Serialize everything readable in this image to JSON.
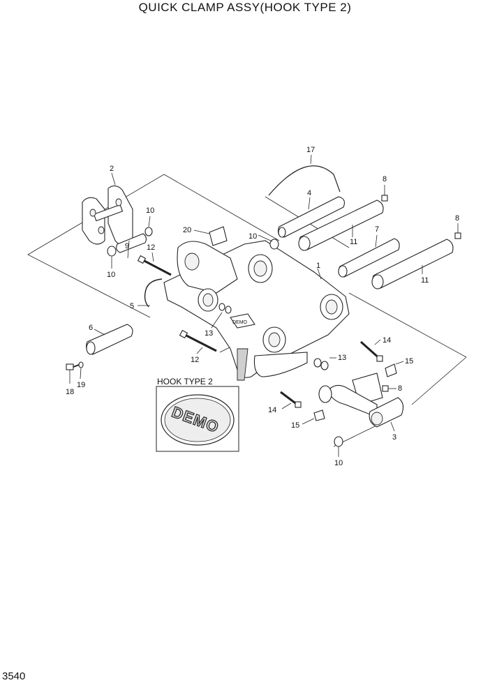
{
  "title": "QUICK CLAMP ASSY(HOOK TYPE 2)",
  "page_number": "3540",
  "inset": {
    "label": "HOOK TYPE 2",
    "logo_text": "DEMO"
  },
  "callouts": {
    "c1": "1",
    "c2": "2",
    "c3": "3",
    "c4": "4",
    "c5": "5",
    "c6": "6",
    "c7": "7",
    "c8a": "8",
    "c8b": "8",
    "c8c": "8",
    "c9": "9",
    "c10a": "10",
    "c10b": "10",
    "c10c": "10",
    "c10d": "10",
    "c11a": "11",
    "c11b": "11",
    "c12a": "12",
    "c12b": "12",
    "c13a": "13",
    "c13b": "13",
    "c14a": "14",
    "c14b": "14",
    "c15a": "15",
    "c15b": "15",
    "c17": "17",
    "c18": "18",
    "c19": "19",
    "c20": "20"
  }
}
